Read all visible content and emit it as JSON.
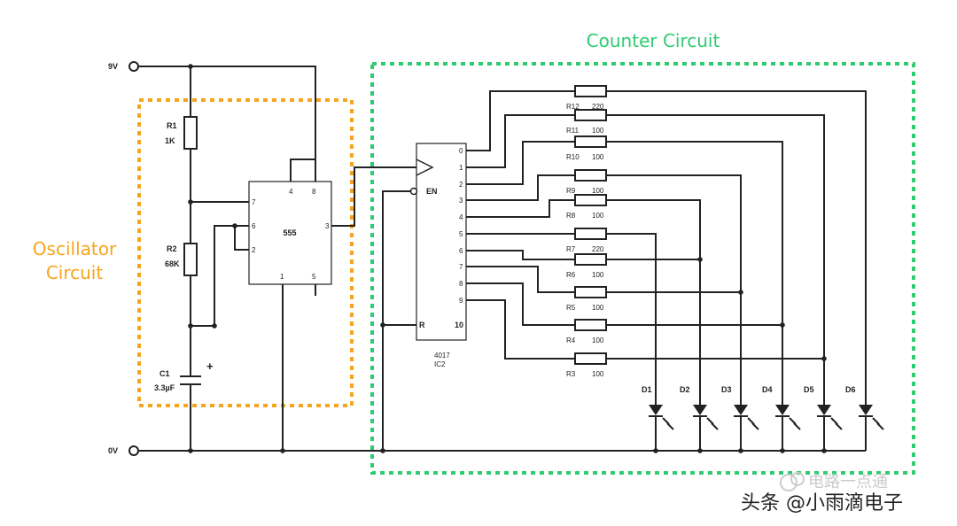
{
  "labels": {
    "supply": "9V",
    "ground": "0V",
    "oscillator": [
      "Oscillator",
      "Circuit"
    ],
    "counter": "Counter Circuit",
    "r1": [
      "R1",
      "1K"
    ],
    "r2": [
      "R2",
      "68K"
    ],
    "c1": [
      "C1",
      "3.3µF"
    ],
    "plus": "+",
    "ic555": "555",
    "pins555": {
      "p4": "4",
      "p8": "8",
      "p7": "7",
      "p6": "6",
      "p2": "2",
      "p3": "3",
      "p1": "1",
      "p5": "5"
    },
    "ic4017": [
      "4017",
      "IC2"
    ],
    "en": "EN",
    "r": "R",
    "q10": "10",
    "outs": [
      "0",
      "1",
      "2",
      "3",
      "4",
      "5",
      "6",
      "7",
      "8",
      "9"
    ],
    "resistors": [
      {
        "name": "R12",
        "value": "220"
      },
      {
        "name": "R11",
        "value": "100"
      },
      {
        "name": "R10",
        "value": "100"
      },
      {
        "name": "R9",
        "value": "100"
      },
      {
        "name": "R8",
        "value": "100"
      },
      {
        "name": "R7",
        "value": "220"
      },
      {
        "name": "R6",
        "value": "100"
      },
      {
        "name": "R5",
        "value": "100"
      },
      {
        "name": "R4",
        "value": "100"
      },
      {
        "name": "R3",
        "value": "100"
      }
    ],
    "leds": [
      "D1",
      "D2",
      "D3",
      "D4",
      "D5",
      "D6"
    ],
    "watermark1": "电路一点通",
    "watermark2": "头条 @小雨滴电子"
  }
}
